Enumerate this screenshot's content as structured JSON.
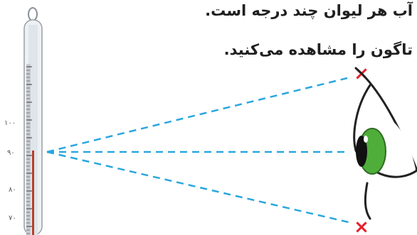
{
  "text_lines": [
    "آب هر لیوان چند درجه است.",
    "تاگون را مشاهده می‌کنید."
  ],
  "thermometer": {
    "scale_labels": [
      "۱۰۰",
      "۹۰",
      "۸۰",
      "۷۰"
    ],
    "reading_marker": "۹۰"
  },
  "markers": {
    "wrong_symbol": "×"
  },
  "colors": {
    "sight_line": "#2aa7df",
    "mercury": "#b8402a",
    "wrong_mark": "#e8202a",
    "iris": "#4fae3a",
    "outline": "#222222"
  }
}
